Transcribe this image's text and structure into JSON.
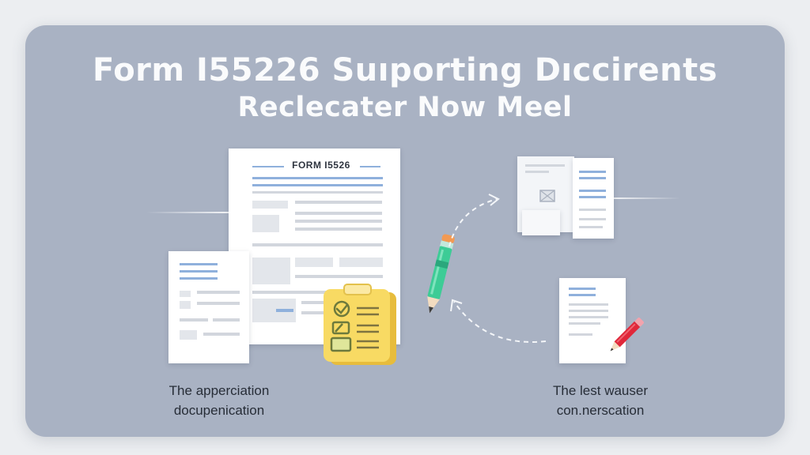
{
  "title": {
    "line1": "Form I55226 Suıporting Dıccirents",
    "line2": "Reclecater Now Meel"
  },
  "main_form": {
    "header": "FORM I5526"
  },
  "captions": {
    "left_line1": "The apperciation",
    "left_line2": "docupenication",
    "right_line1": "The lest wauser",
    "right_line2": "con.nerscation"
  },
  "colors": {
    "card_background": "#a9b2c3",
    "accent_blue": "#8fb0dc",
    "pen_green": "#3dcc96",
    "clipboard_yellow": "#f8da63",
    "pencil_red": "#e0273a"
  },
  "icons": [
    "check-icon",
    "pen-icon",
    "pencil-icon",
    "image-icon",
    "clipboard-icon"
  ]
}
